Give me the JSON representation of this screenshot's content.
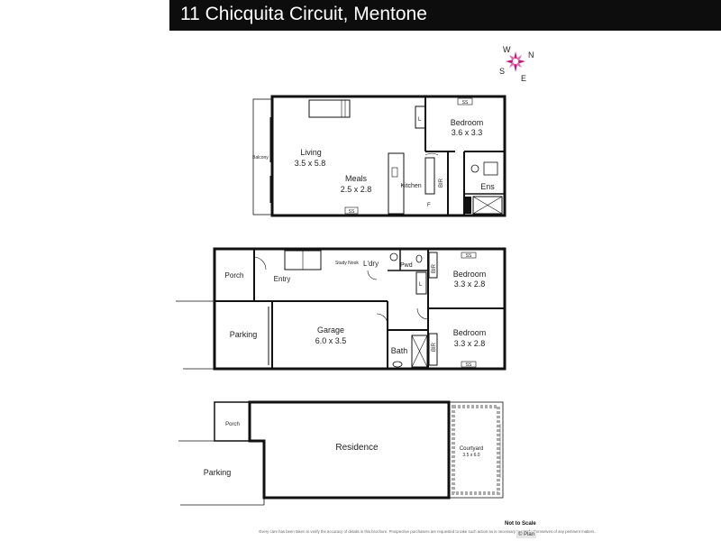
{
  "title": "11 Chicquita Circuit, Mentone",
  "compass": {
    "n": "N",
    "s": "S",
    "e": "E",
    "w": "W",
    "accent": "#c2187b"
  },
  "upper_floor": {
    "living": {
      "name": "Living",
      "size": "3.5 x 5.8"
    },
    "meals": {
      "name": "Meals",
      "size": "2.5 x 2.8"
    },
    "kitchen": "Kitchen",
    "bedroom": {
      "name": "Bedroom",
      "size": "3.6 x 3.3"
    },
    "ens": "Ens",
    "balcony": "Balcony",
    "bir": "BIR",
    "linen": "L",
    "fridge": "F",
    "ss_a": "SS",
    "ss_b": "SS"
  },
  "ground_floor": {
    "porch": "Porch",
    "entry": "Entry",
    "study_nook": "Study Nook",
    "laundry": "L'dry",
    "powder": "Pwd",
    "bedroom_a": {
      "name": "Bedroom",
      "size": "3.3 x 2.8"
    },
    "bedroom_b": {
      "name": "Bedroom",
      "size": "3.3 x 2.8"
    },
    "garage": {
      "name": "Garage",
      "size": "6.0 x 3.5"
    },
    "bath": "Bath",
    "parking": "Parking",
    "bir_a": "BIR",
    "bir_b": "BIR",
    "linen": "L",
    "ss_a": "SS",
    "ss_b": "SS"
  },
  "site_plan": {
    "porch": "Porch",
    "residence": "Residence",
    "parking": "Parking",
    "courtyard": {
      "name": "Courtyard",
      "size": "3.5 x 6.0"
    }
  },
  "not_to_scale": "Not to Scale",
  "disclaimer": "Every care has been taken to verify the accuracy of details in this brochure. Prospective purchasers are requested to take such action as is necessary to satisfy themselves of any pertinent matters.",
  "watermark": "© Plan"
}
